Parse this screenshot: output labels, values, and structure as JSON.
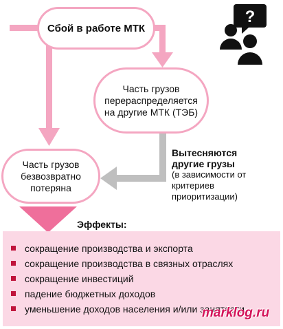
{
  "colors": {
    "connector": "#f4a6c1",
    "grey_arrow": "#bfbfbf",
    "effects_background": "#fbd8e5",
    "bullet": "#c0143c",
    "watermark": "#d4145a"
  },
  "nodes": {
    "failure": "Сбой в работе МТК",
    "redistributed": "Часть грузов\nперераспределяется\nна другие МТК (ТЭБ)",
    "lost": "Часть грузов\nбезвозвратно\nпотеряна"
  },
  "displaced": {
    "title": "Вытесняются\nдругие грузы",
    "note": "(в зависимости от\nкритериев\nприоритизации)"
  },
  "effects": {
    "title": "Эффекты:",
    "items": [
      "сокращение производства и экспорта",
      "сокращение производства в связных отраслях",
      "сокращение инвестиций",
      "падение бюджетных доходов",
      "уменьшение доходов населения и/или занятости"
    ]
  },
  "icons": {
    "people": "people-question-icon"
  },
  "watermark": "marklog.ru"
}
